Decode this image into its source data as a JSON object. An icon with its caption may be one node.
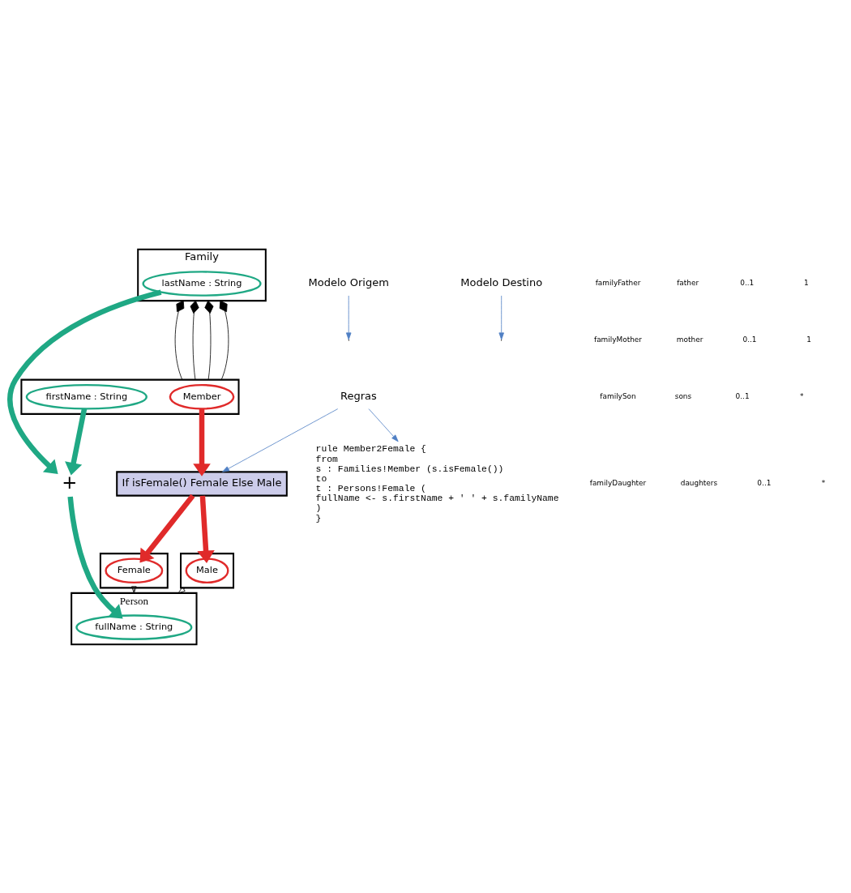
{
  "diagram": {
    "nodes": [
      {
        "text": [
          "Family"
        ]
      },
      {
        "text": [
          "lastName : String"
        ],
        "in": 0
      },
      {
        "text": [],
        "shape": "box"
      },
      {
        "text": [
          "Member"
        ],
        "in": 2
      },
      {
        "text": [
          "firstName : String"
        ],
        "in": 2
      },
      {
        "text": [
          "+"
        ]
      },
      {
        "text": [
          "Modelo Origem"
        ]
      },
      {
        "text": [
          "If isFemale() Female Else Male"
        ]
      },
      {
        "text": [
          "Modelo Destino"
        ]
      },
      {
        "text": [
          "Person"
        ]
      },
      {
        "text": [
          "fullName : String"
        ],
        "in": 9
      },
      {
        "text": [],
        "shape": "box"
      },
      {
        "text": [
          "Male"
        ],
        "in": 11
      },
      {
        "text": [],
        "shape": "box"
      },
      {
        "text": [
          "Female"
        ],
        "in": 13
      },
      {
        "text": [
          "Regras"
        ]
      },
      {
        "text": [
          "rule Member2Female {",
          "from",
          "s : Families!Member (s.isFemale())",
          "to",
          "t : Persons!Female (",
          "fullName <- s.firstName + ' ' + s.familyName",
          ")",
          "}"
        ]
      }
    ],
    "edges": [
      {
        "from": 0,
        "to": 2,
        "arrow": "other"
      },
      {
        "from": 0,
        "to": 2,
        "arrow": "other"
      },
      {
        "from": 0,
        "to": 2,
        "arrow": "other"
      },
      {
        "from": 0,
        "to": 2,
        "arrow": "other"
      },
      {
        "from": 1,
        "to": 5,
        "arrow": "to",
        "style": "thick",
        "color": "#1fa884"
      },
      {
        "from": 4,
        "to": 5,
        "arrow": "to",
        "style": "thick",
        "color": "#1fa884"
      },
      {
        "from": 5,
        "to": 10,
        "arrow": "to",
        "style": "thick",
        "color": "#1fa884"
      },
      {
        "from": 3,
        "to": 7,
        "arrow": "to",
        "style": "thick",
        "color": "#e02a2a"
      },
      {
        "from": 6,
        "to": null,
        "arrow": "to",
        "color": "#4f7fc4"
      },
      {
        "from": 8,
        "to": null,
        "arrow": "to",
        "color": "#4f7fc4"
      },
      {
        "from": 7,
        "to": 12,
        "arrow": "to",
        "style": "thick",
        "color": "#e02a2a"
      },
      {
        "from": 7,
        "to": 14,
        "arrow": "to",
        "style": "thick",
        "color": "#e02a2a"
      },
      {
        "from": 11,
        "to": 9,
        "arrow": "to"
      },
      {
        "from": 13,
        "to": 9,
        "arrow": "to"
      },
      {
        "from": 15,
        "to": 7,
        "arrow": "to",
        "color": "#4f7fc4"
      },
      {
        "from": 15,
        "to": 16,
        "arrow": "to",
        "color": "#4f7fc4"
      }
    ],
    "labels": [
      "familyFather",
      "father",
      "0..1",
      "1",
      "familyMother",
      "mother",
      "0..1",
      "1",
      "familySon",
      "sons",
      "0..1",
      "*",
      "familyDaughter",
      "daughters",
      "0..1",
      "*"
    ]
  }
}
